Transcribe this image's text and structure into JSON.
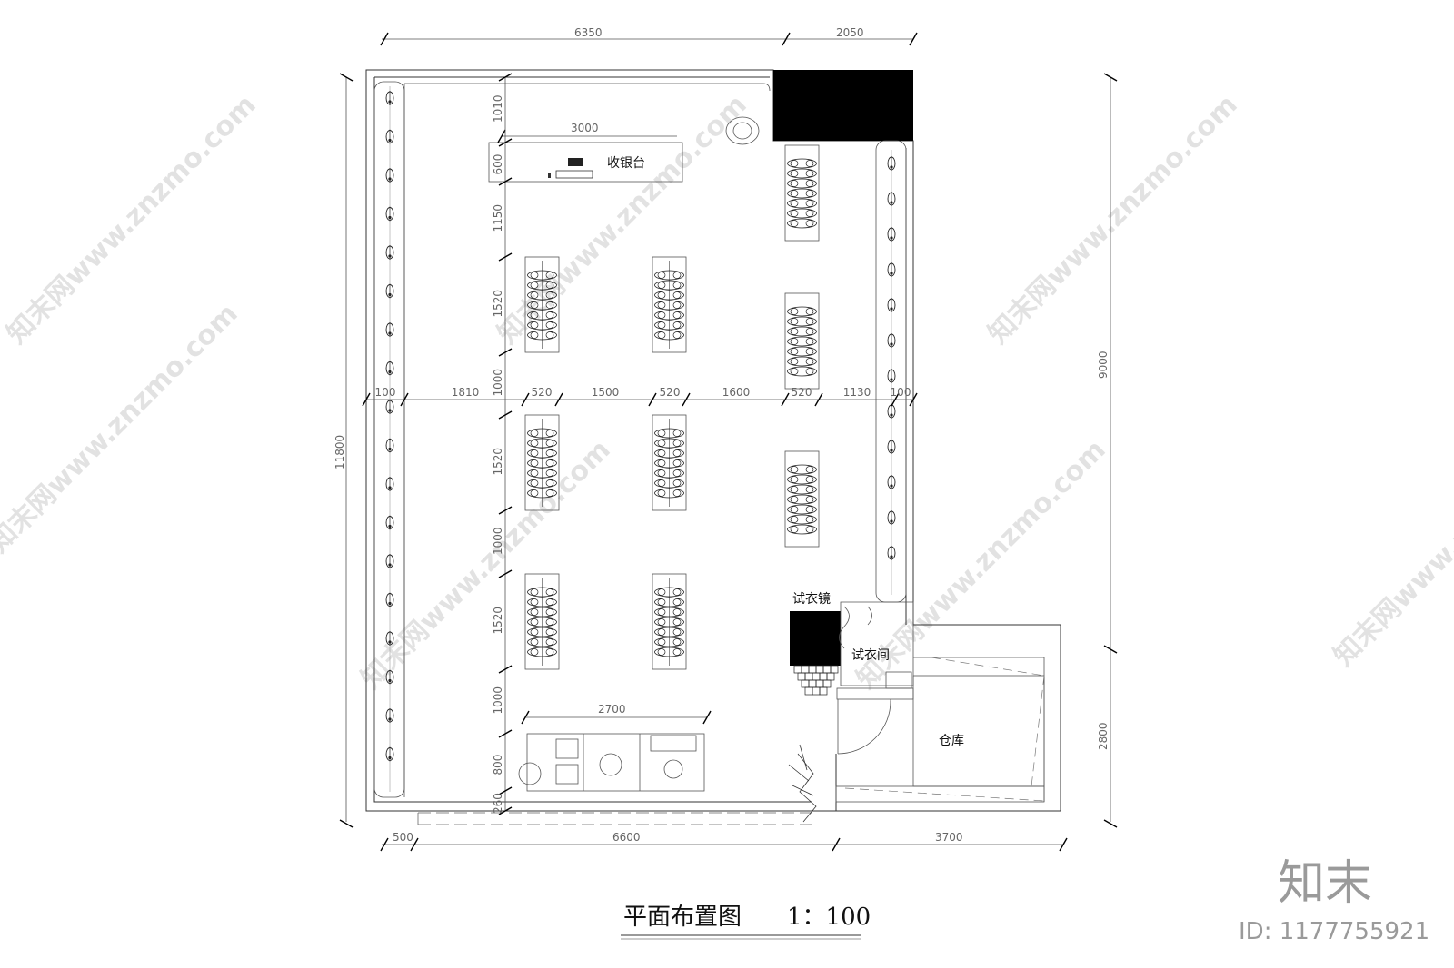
{
  "drawing": {
    "title": "平面布置图",
    "scale": "1：100"
  },
  "dimensions": {
    "top_left_width": "6350",
    "top_right_width": "2050",
    "bottom_left_offset": "500",
    "bottom_middle_width": "6600",
    "bottom_right_width": "3700",
    "left_height": "11800",
    "right_upper_height": "9000",
    "right_lower_height": "2800",
    "cashier_width": "3000",
    "bench_width": "2700",
    "mid_row": [
      "100",
      "1810",
      "520",
      "1500",
      "520",
      "1600",
      "520",
      "1130",
      "100"
    ],
    "vertical_col": [
      "1010",
      "600",
      "1150",
      "1520",
      "1000",
      "1520",
      "1000",
      "1520",
      "1000",
      "800",
      "260"
    ]
  },
  "labels": {
    "cashier": "收银台",
    "fitting_mirror": "试衣镜",
    "fitting_room": "试衣间",
    "warehouse": "仓库"
  },
  "watermark": {
    "text": "知末网www.znzmo.com",
    "brand_logo": "知末",
    "id_text": "ID: 1177755921"
  },
  "colors": {
    "line": "#333333",
    "fill_dark": "#000000",
    "watermark": "#cccccc"
  }
}
